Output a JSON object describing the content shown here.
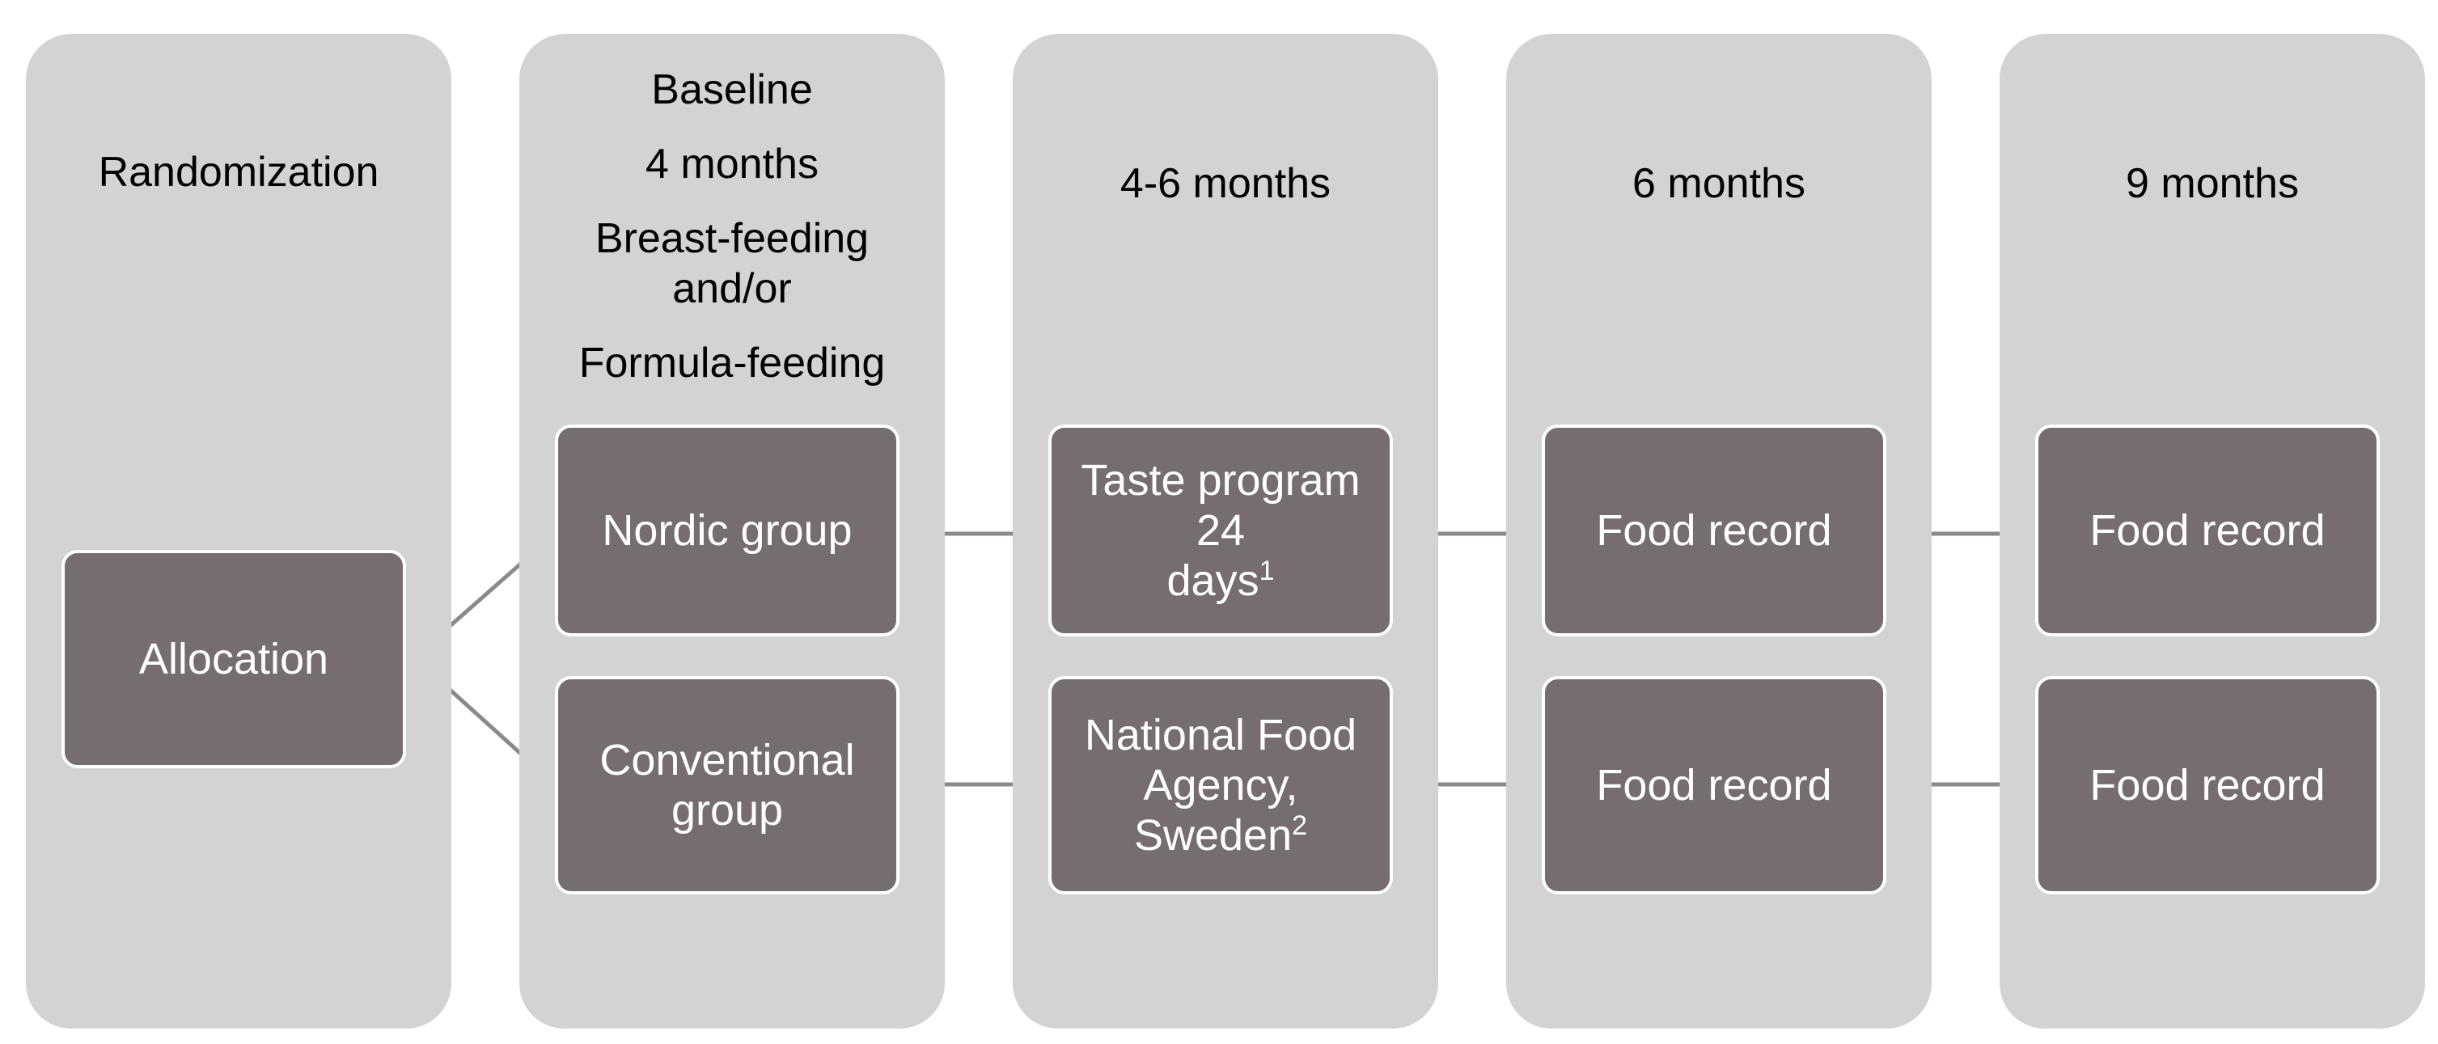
{
  "columns": [
    {
      "header_lines": [
        "Randomization"
      ]
    },
    {
      "header_lines": [
        "Baseline",
        "4 months",
        "Breast-feeding",
        "and/or",
        "Formula-feeding"
      ]
    },
    {
      "header_lines": [
        "4-6 months"
      ]
    },
    {
      "header_lines": [
        "6 months"
      ]
    },
    {
      "header_lines": [
        "9 months"
      ]
    }
  ],
  "boxes": {
    "allocation": {
      "lines": [
        "Allocation"
      ]
    },
    "nordic_group": {
      "lines": [
        "Nordic group"
      ]
    },
    "conventional_group": {
      "lines": [
        "Conventional",
        "group"
      ]
    },
    "taste_program": {
      "lines": [
        "Taste program 24",
        "days"
      ],
      "sup": "1"
    },
    "national_food_agency": {
      "lines": [
        "National Food",
        "Agency, Sweden"
      ],
      "sup": "2"
    },
    "food_record_6m_nordic": {
      "lines": [
        "Food record"
      ]
    },
    "food_record_6m_conventional": {
      "lines": [
        "Food record"
      ]
    },
    "food_record_9m_nordic": {
      "lines": [
        "Food record"
      ]
    },
    "food_record_9m_conventional": {
      "lines": [
        "Food record"
      ]
    }
  },
  "colors": {
    "column_bg": "#d3d3d3",
    "box_fill": "#766e6e",
    "box_border": "#ffffff",
    "box_text": "#ffffff",
    "connector": "#8a8a8a"
  }
}
